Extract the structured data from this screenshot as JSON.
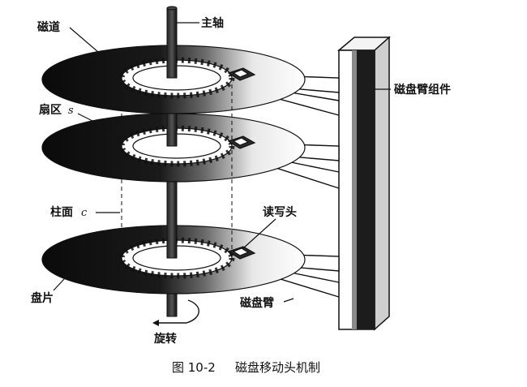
{
  "diagram": {
    "labels": {
      "track": "磁道",
      "spindle": "主轴",
      "sector": "扇区",
      "sector_var": "s",
      "cylinder": "柱面",
      "cylinder_var": "c",
      "arm_assembly": "磁盘臂组件",
      "rw_head": "读写头",
      "platter": "盘片",
      "arm": "磁盘臂",
      "rotation": "旋转"
    },
    "caption": {
      "figure_no": "图 10-2",
      "title": "磁盘移动头机制"
    }
  }
}
